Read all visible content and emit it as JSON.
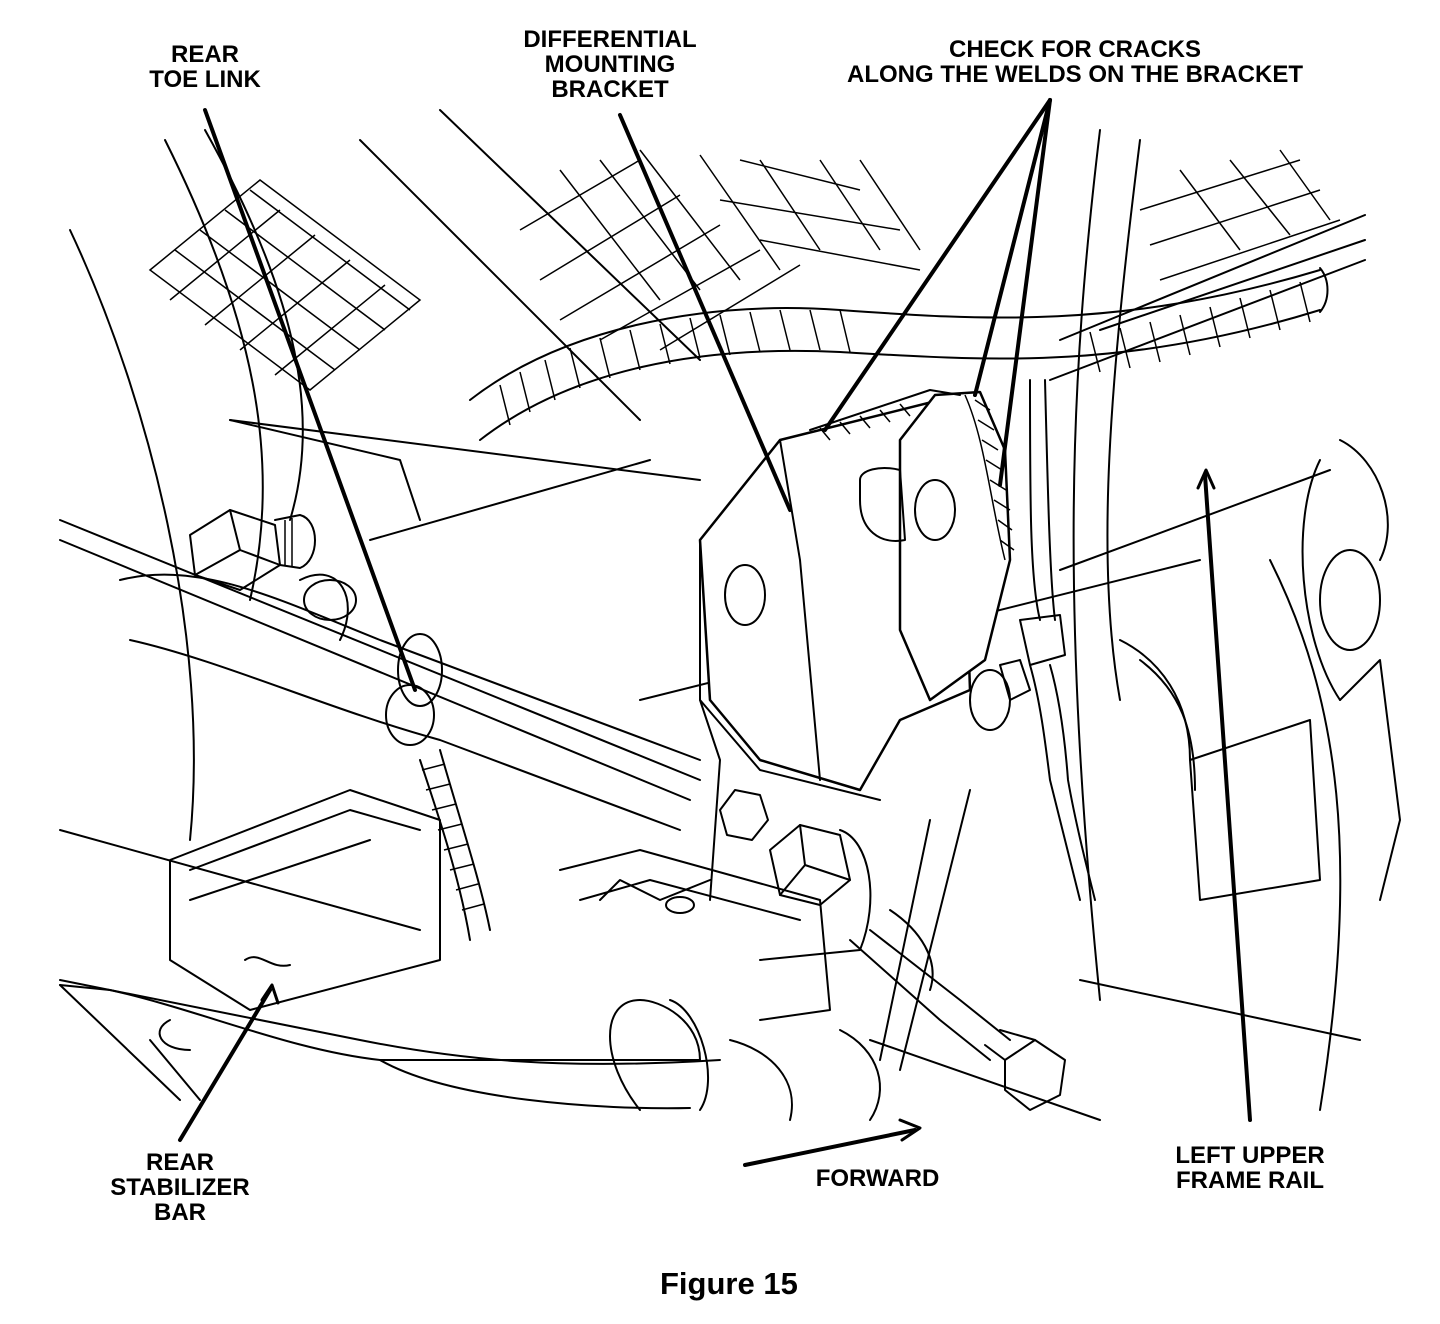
{
  "labels": {
    "rear_toe_link": [
      "REAR",
      "TOE LINK"
    ],
    "differential_bracket": [
      "DIFFERENTIAL",
      "MOUNTING",
      "BRACKET"
    ],
    "check_cracks": [
      "CHECK FOR CRACKS",
      "ALONG THE WELDS ON THE BRACKET"
    ],
    "rear_stabilizer_bar": [
      "REAR",
      "STABILIZER",
      "BAR"
    ],
    "forward": "FORWARD",
    "left_upper_frame_rail": [
      "LEFT UPPER",
      "FRAME RAIL"
    ]
  },
  "caption": "Figure 15"
}
